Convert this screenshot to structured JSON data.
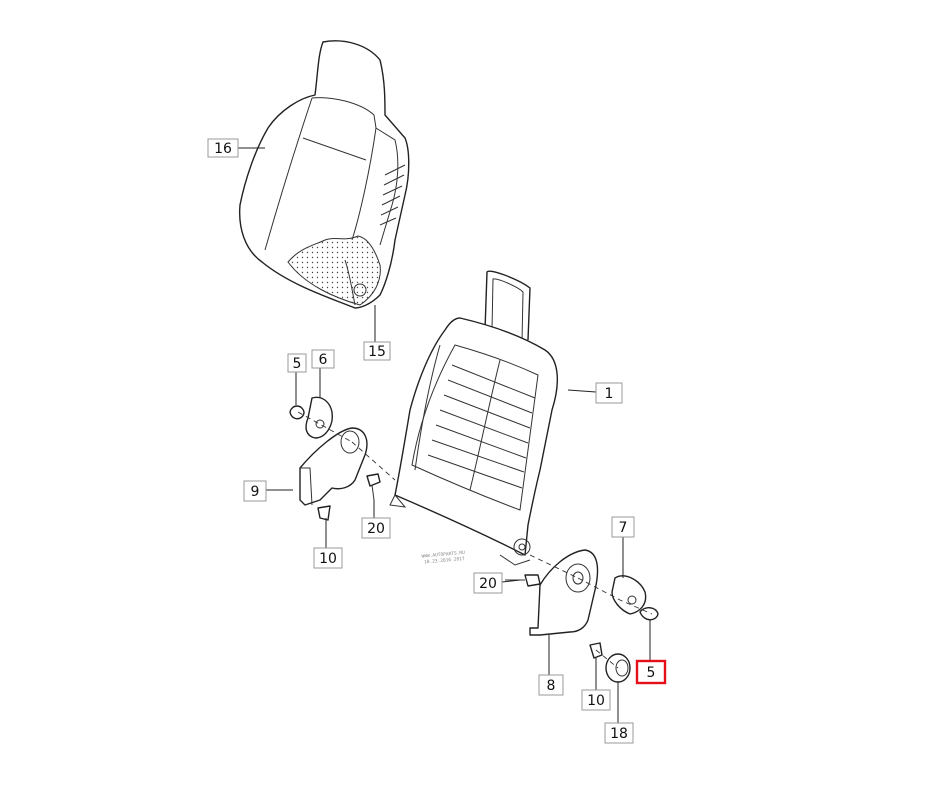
{
  "callouts": [
    {
      "id": "c16",
      "label": "16"
    },
    {
      "id": "c15",
      "label": "15"
    },
    {
      "id": "c5a",
      "label": "5"
    },
    {
      "id": "c6",
      "label": "6"
    },
    {
      "id": "c1",
      "label": "1"
    },
    {
      "id": "c9",
      "label": "9"
    },
    {
      "id": "c20a",
      "label": "20"
    },
    {
      "id": "c10a",
      "label": "10"
    },
    {
      "id": "c7",
      "label": "7"
    },
    {
      "id": "c20b",
      "label": "20"
    },
    {
      "id": "c5b",
      "label": "5",
      "highlighted": true
    },
    {
      "id": "c8",
      "label": "8"
    },
    {
      "id": "c10b",
      "label": "10"
    },
    {
      "id": "c18",
      "label": "18"
    }
  ],
  "watermark": [
    "WWW.AUTOPARTS.RU",
    "10.23.2016 2017"
  ],
  "colors": {
    "highlight": "#e3101a",
    "line": "#222222",
    "box_border": "#9a9a9a"
  }
}
